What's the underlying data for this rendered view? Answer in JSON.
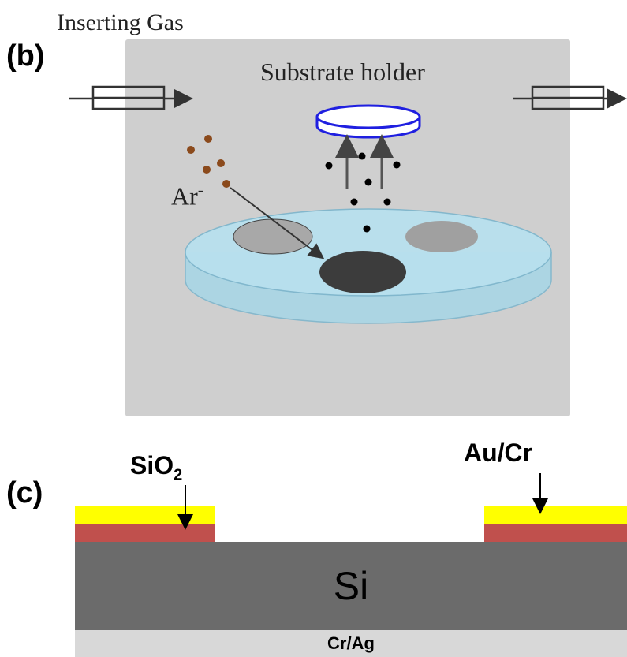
{
  "panel_b": {
    "label": "(b)",
    "inserting_gas": "Inserting Gas",
    "substrate_holder": "Substrate holder",
    "ion_label": "Ar",
    "ion_charge": "-"
  },
  "panel_c": {
    "label": "(c)",
    "si_label": "Si",
    "sio2_label": "SiO",
    "sio2_sub": "2",
    "aucr_label": "Au/Cr",
    "back_contact": "Cr/Ag"
  },
  "colors": {
    "chamber": "#cfcfcf",
    "target_disk": "#add8e6",
    "holder": "#1f1fe0",
    "ar_particle": "#8b4a1c",
    "silicon": "#6b6b6b",
    "gold": "#ffff00",
    "oxide": "#c0504d",
    "back_contact": "#d8d8d8"
  }
}
